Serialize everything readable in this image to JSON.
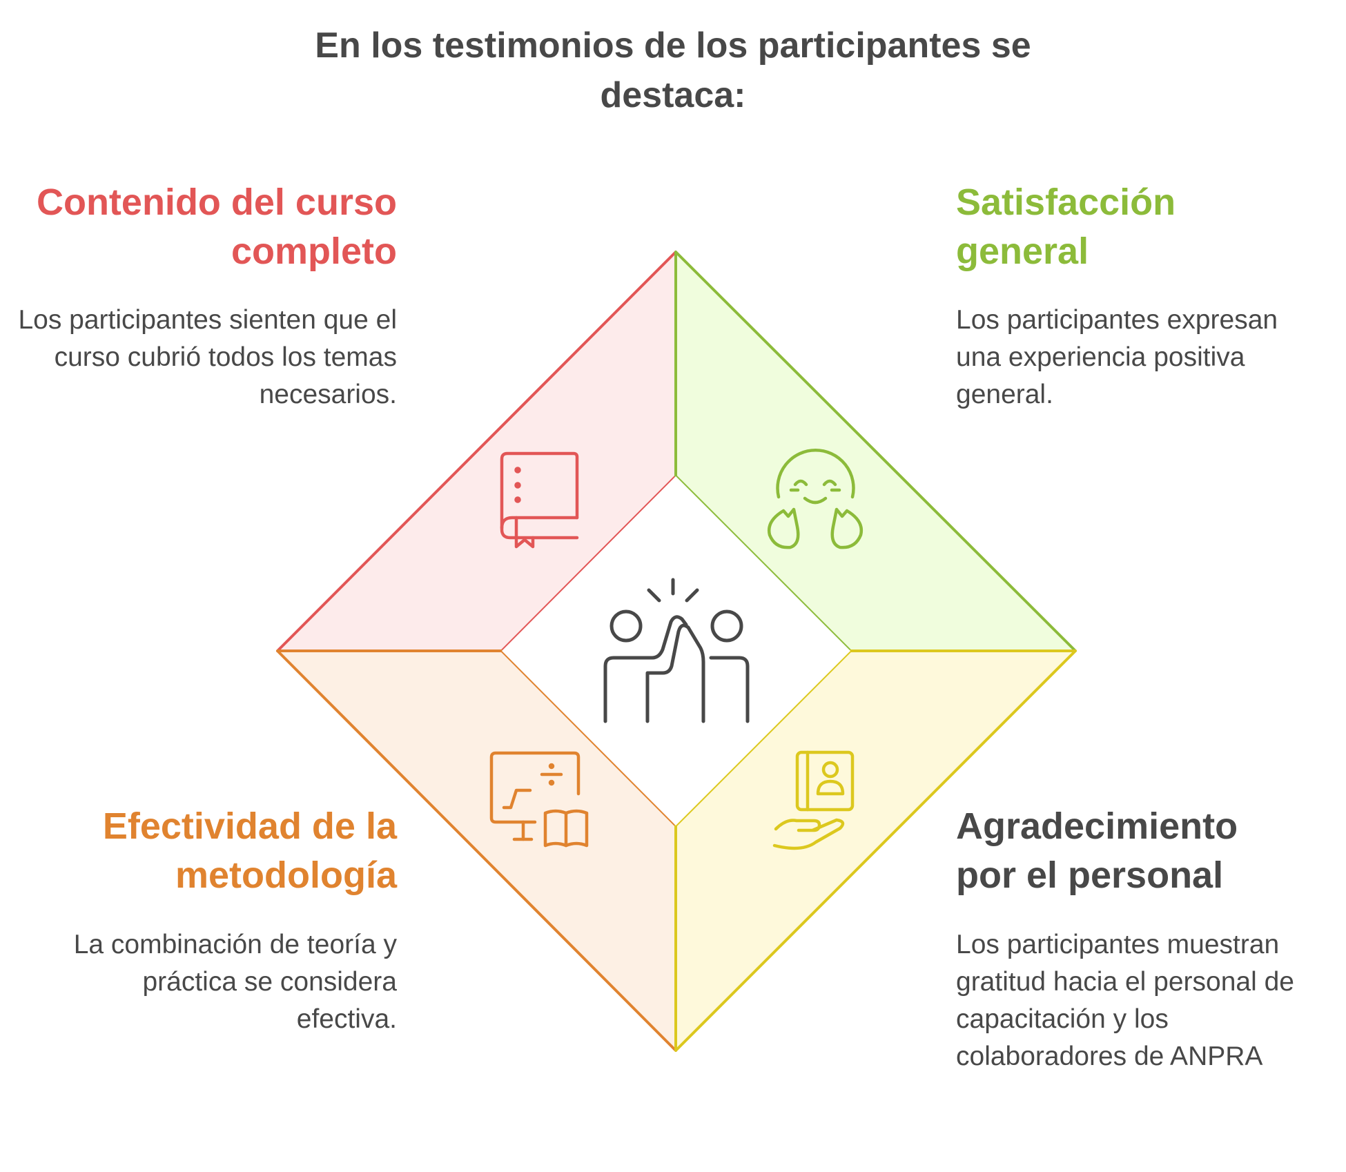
{
  "title": "En los testimonios de los participantes se destaca:",
  "center_icon": "high-five-icon",
  "sections": [
    {
      "heading": "Contenido del curso completo",
      "text": "Los participantes sienten que el curso cubrió todos los temas necesarios.",
      "color": "#E25656",
      "fill": "#FDEBEB",
      "icon": "book-icon"
    },
    {
      "heading": "Satisfacción general",
      "text": "Los participantes expresan una experiencia positiva general.",
      "color": "#8CBB3A",
      "fill": "#F0FDDD",
      "icon": "happy-face-icon"
    },
    {
      "heading": "Efectividad de la metodología",
      "text": "La combinación de teoría y práctica se considera efectiva.",
      "color": "#E0832F",
      "fill": "#FDF0E4",
      "icon": "math-board-book-icon"
    },
    {
      "heading": "Agradecimiento por el personal",
      "text": "Los participantes muestran gratitud hacia el personal de capacitación y los colaboradores de ANPRA",
      "color": "#484848",
      "fill": "#FEF9DB",
      "icon": "contact-hand-icon"
    }
  ]
}
